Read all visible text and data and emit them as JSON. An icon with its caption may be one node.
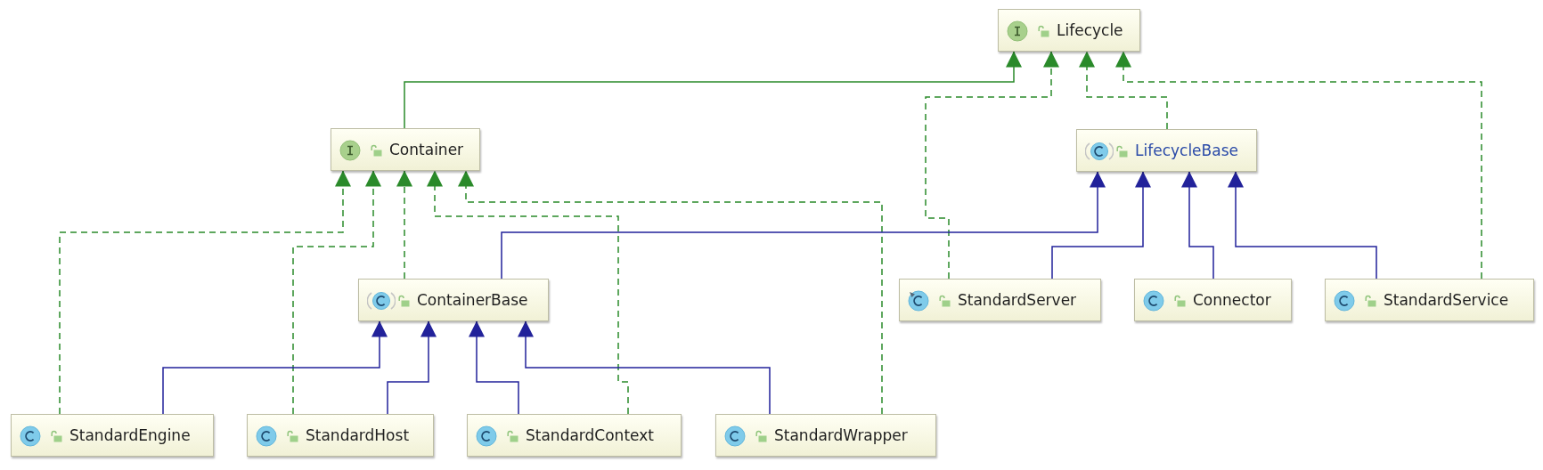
{
  "diagram": {
    "nodes": [
      {
        "text": [
          "Lifecycle"
        ]
      },
      {
        "text": [
          "Container"
        ]
      },
      {
        "text": [
          "LifecycleBase"
        ]
      },
      {
        "text": [
          "ContainerBase"
        ]
      },
      {
        "text": [
          "StandardServer"
        ]
      },
      {
        "text": [
          "Connector"
        ]
      },
      {
        "text": [
          "StandardService"
        ]
      },
      {
        "text": [
          "StandardEngine"
        ]
      },
      {
        "text": [
          "StandardHost"
        ]
      },
      {
        "text": [
          "StandardContext"
        ]
      },
      {
        "text": [
          "StandardWrapper"
        ]
      }
    ],
    "edges": [
      {
        "from": 1,
        "to": 0,
        "arrow": "to"
      },
      {
        "from": 4,
        "to": 0,
        "arrow": "to",
        "style": "dashed"
      },
      {
        "from": 2,
        "to": 0,
        "arrow": "to",
        "style": "dashed"
      },
      {
        "from": 6,
        "to": 0,
        "arrow": "to",
        "style": "dashed"
      },
      {
        "from": 7,
        "to": 1,
        "arrow": "to",
        "style": "dashed"
      },
      {
        "from": 8,
        "to": 1,
        "arrow": "to",
        "style": "dashed"
      },
      {
        "from": 3,
        "to": 1,
        "arrow": "to",
        "style": "dashed"
      },
      {
        "from": 9,
        "to": 1,
        "arrow": "to",
        "style": "dashed"
      },
      {
        "from": 10,
        "to": 1,
        "arrow": "to",
        "style": "dashed"
      },
      {
        "from": 3,
        "to": 2,
        "arrow": "to",
        "color": "#22229a"
      },
      {
        "from": 4,
        "to": 2,
        "arrow": "to",
        "color": "#22229a"
      },
      {
        "from": 5,
        "to": 2,
        "arrow": "to",
        "color": "#22229a"
      },
      {
        "from": 6,
        "to": 2,
        "arrow": "to",
        "color": "#22229a"
      },
      {
        "from": 7,
        "to": 3,
        "arrow": "to",
        "color": "#22229a"
      },
      {
        "from": 8,
        "to": 3,
        "arrow": "to",
        "color": "#22229a"
      },
      {
        "from": 9,
        "to": 3,
        "arrow": "to",
        "color": "#22229a"
      },
      {
        "from": 10,
        "to": 3,
        "arrow": "to",
        "color": "#22229a"
      }
    ]
  }
}
